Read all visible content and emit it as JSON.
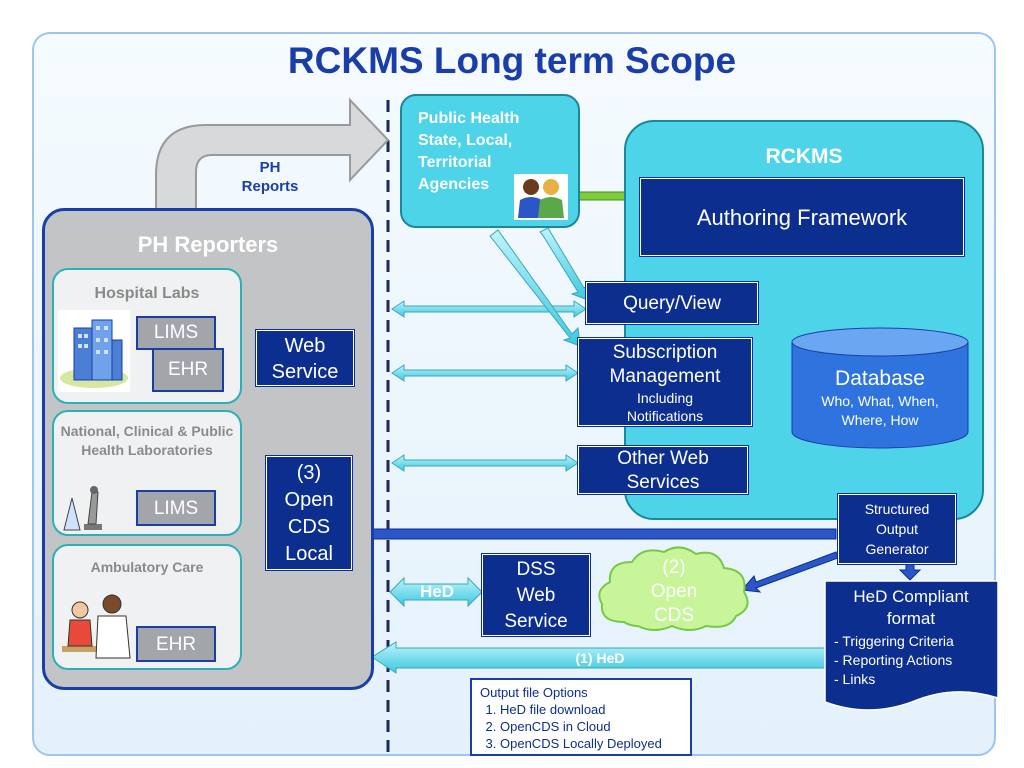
{
  "title": "RCKMS Long term Scope",
  "ph_reporters": {
    "title": "PH Reporters",
    "hospital_labs": {
      "title": "Hospital Labs",
      "lims": "LIMS",
      "ehr": "EHR"
    },
    "national_labs": {
      "title": "National, Clinical & Public Health Laboratories",
      "lims": "LIMS"
    },
    "ambulatory": {
      "title": "Ambulatory Care",
      "ehr": "EHR"
    },
    "web_service": "Web Service",
    "open_cds_local": [
      "(3)",
      "Open",
      "CDS",
      "Local"
    ]
  },
  "ph_reports_arrow": [
    "PH",
    "Reports"
  ],
  "public_health": [
    "Public Health",
    "State, Local,",
    "Territorial",
    "Agencies"
  ],
  "rckms": {
    "title": "RCKMS",
    "authoring": "Authoring  Framework",
    "query_view": "Query/View",
    "subscription": {
      "title": [
        "Subscription",
        "Management"
      ],
      "sub": [
        "Including",
        "Notifications"
      ]
    },
    "other_services": [
      "Other Web",
      "Services"
    ],
    "database": {
      "title": "Database",
      "sub": [
        "Who, What, When,",
        "Where, How"
      ]
    }
  },
  "structured_output": [
    "Structured",
    "Output",
    "Generator"
  ],
  "hed_compliant": {
    "title": [
      "HeD Compliant",
      "format"
    ],
    "items": [
      "- Triggering Criteria",
      "- Reporting Actions",
      "- Links"
    ]
  },
  "dss": [
    "DSS",
    "Web",
    "Service"
  ],
  "open_cds_cloud": [
    "(2)",
    "Open",
    "CDS"
  ],
  "hed_label": "HeD",
  "hed1_label": "(1) HeD",
  "output_options": {
    "title": "Output file Options",
    "items": [
      "HeD file download",
      "OpenCDS in Cloud",
      "OpenCDS Locally Deployed"
    ]
  },
  "colors": {
    "navy": "#0c2f8f",
    "cyan": "#4ed4e8",
    "accent": "#1a3ea8"
  },
  "icons": [
    "building-icon",
    "people-icon",
    "microscope-icon",
    "doctor-patient-icon"
  ]
}
